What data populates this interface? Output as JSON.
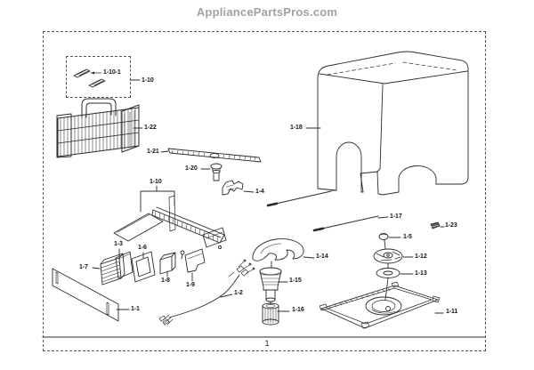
{
  "header": {
    "site_name": "AppliancePartsPros.com"
  },
  "footer": {
    "page_number": "1"
  },
  "labels": {
    "part_1_10_1": "1-10-1",
    "part_1_10_box": "1-10",
    "part_1_22": "1-22",
    "part_1_21": "1-21",
    "part_1_20": "1-20",
    "part_1_4": "1-4",
    "part_1_10_rail": "1-10",
    "part_1_18": "1-18",
    "part_1_17": "1-17",
    "part_1_23": "1-23",
    "part_1_5": "1-5",
    "part_1_12": "1-12",
    "part_1_13": "1-13",
    "part_1_3": "1-3",
    "part_1_6": "1-6",
    "part_1_7": "1-7",
    "part_1_8": "1-8",
    "part_1_9": "1-9",
    "part_1_1": "1-1",
    "part_1_2": "1-2",
    "part_1_14": "1-14",
    "part_1_15": "1-15",
    "part_1_16": "1-16",
    "part_1_11": "1-11"
  }
}
